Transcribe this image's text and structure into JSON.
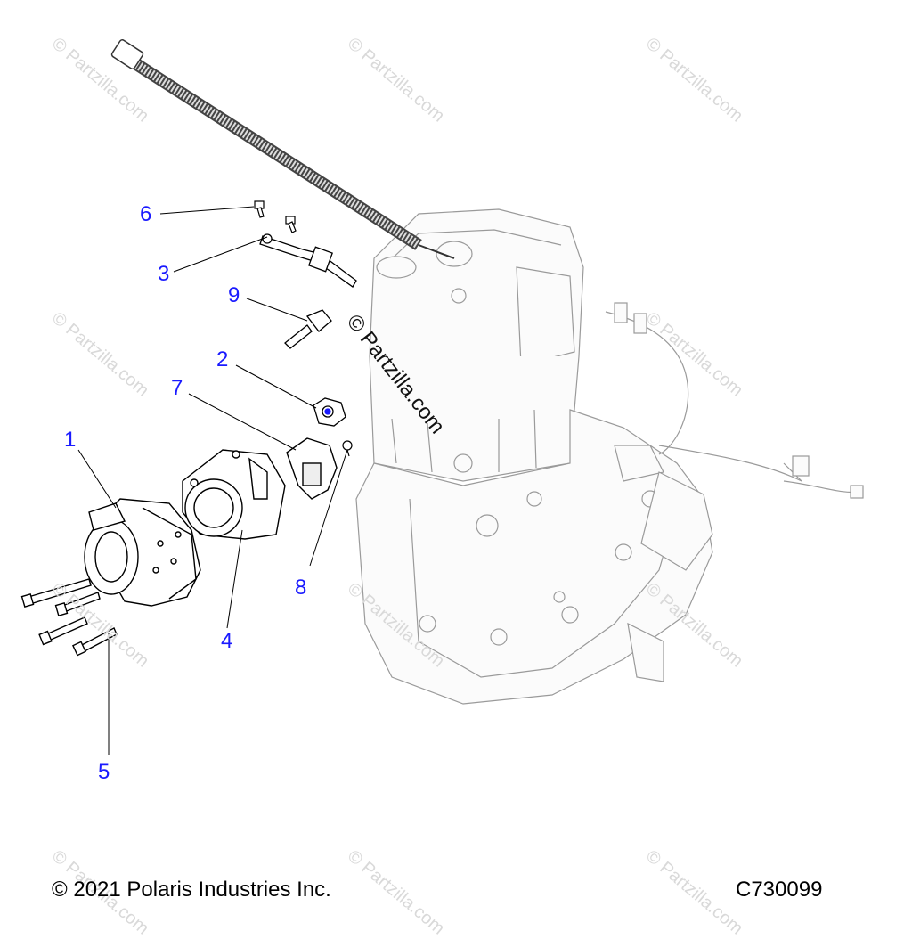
{
  "callouts": [
    {
      "id": "1",
      "label": "1"
    },
    {
      "id": "2",
      "label": "2"
    },
    {
      "id": "3",
      "label": "3"
    },
    {
      "id": "4",
      "label": "4"
    },
    {
      "id": "5",
      "label": "5"
    },
    {
      "id": "6",
      "label": "6"
    },
    {
      "id": "7",
      "label": "7"
    },
    {
      "id": "8",
      "label": "8"
    },
    {
      "id": "9",
      "label": "9"
    }
  ],
  "watermark": "© Partzilla.com",
  "footer": {
    "copyright": "© 2021 Polaris Industries Inc.",
    "code": "C730099"
  },
  "colors": {
    "callout": "#1a1aff",
    "line": "#000000",
    "watermark": "#d9d9d9"
  }
}
